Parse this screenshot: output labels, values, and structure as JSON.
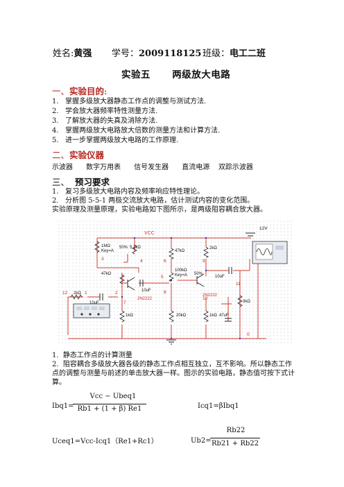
{
  "header": {
    "name_label": "姓名:",
    "name_value": "黄强",
    "id_label": "学号：",
    "id_value": "2009118125",
    "class_label": "班级：",
    "class_value": "电工二班"
  },
  "title": "实验五      两级放大电路",
  "sections": {
    "purpose": {
      "heading_num": "一、",
      "heading": "实验目的",
      "heading_suffix": ":",
      "items": [
        "1.   掌握多级放大器静态工作点的调整与测试方法.",
        "2.   学会放大器频率特性测量方法.",
        "3.   了解放大器的失真及消除方法.",
        "4.   掌握两级放大电路放大倍数的测量方法和计算方法.",
        "5.   进一步掌握两级放大电路的工作原理."
      ]
    },
    "instruments": {
      "heading_num": "二、",
      "heading": "实验仪器",
      "list": "示波器      数字万用表      信号发生器      直流电源    双踪示波器"
    },
    "preview": {
      "heading_num": "三、",
      "heading": "预习要求",
      "items": [
        "1.   复习多级放大电路内容及频率响应特性理论。",
        "2.   分析图 5-5-1 两极交流放大电路，估计测试内容的变化范围。",
        "实验原理及测量原理，实验电路如下图所示，是两级阻容耦合放大器。"
      ]
    }
  },
  "circuit": {
    "labels": {
      "vcc": "VCC",
      "supply": "12V",
      "r1": "1MΩ",
      "key1": "Key=A",
      "pct1": "50%",
      "r2": "5.1kΩ",
      "r3": "47kΩ",
      "r4": "2kΩ",
      "r5": "47kΩ",
      "r6": "100kΩ",
      "key2": "Key=A",
      "pct2": "50%",
      "c1": "10uF",
      "c2": "10uF",
      "c3": "10uF",
      "q1": "2N2222",
      "q2": "2N2222",
      "r7": "1kΩ",
      "r8": "20kΩ",
      "r9": "1kΩ",
      "c4": "47uF",
      "r10": "3kΩ",
      "rs": "2kΩ",
      "n12": "12",
      "n1": "1",
      "n2": "2",
      "n3": "3",
      "n4": "4",
      "n5": "5",
      "n6": "6",
      "n7": "7",
      "n8": "8",
      "n9": "9",
      "n10": "10",
      "n11": "11",
      "n0": "0"
    }
  },
  "analysis": {
    "items": [
      "1.  静态工作点的计算测量",
      "2.  阻容耦合多级放大器各级的静态工作点相互独立，互不影响。所以静态工作",
      "点的调整与测量与前述的单击放大器一样。图示的实验电路，静态值可按下式计",
      "算。"
    ],
    "f1_lhs": "Ibq1=",
    "f1_num": "Vcc − Ubeq1",
    "f1_den": "Rb1 + (1 + β) Re1",
    "f2": "Icq1=βIbq1",
    "f3": "Uceq1=Vcc-Icq1（Re1+Rc1）",
    "f4_lhs": "Ub2=",
    "f4_num": "Rb22",
    "f4_den": "Rb21 + Rb22"
  }
}
